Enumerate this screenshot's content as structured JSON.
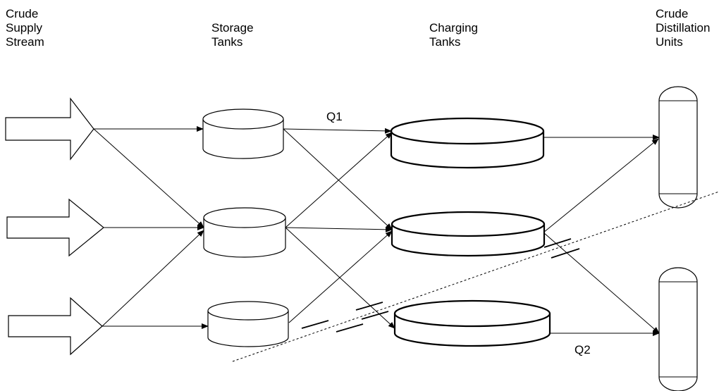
{
  "columns": {
    "supply": "Crude\nSupply\nStream",
    "storage": "Storage\nTanks",
    "charging": "Charging\nTanks",
    "cdu": "Crude\nDistillation\nUnits"
  },
  "flows": {
    "q1": "Q1",
    "q2": "Q2"
  }
}
